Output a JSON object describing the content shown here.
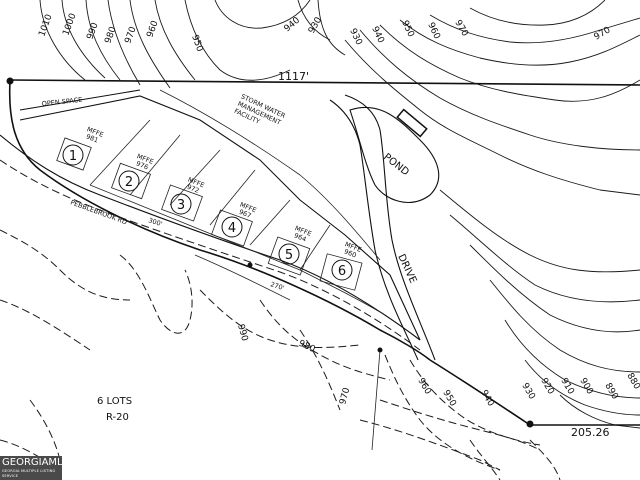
{
  "plat": {
    "total_lots": "6 LOTS",
    "zoning": "R-20",
    "top_dimension": "1117'",
    "right_dimension": "205.26",
    "road_left": "PEBBLEBROOK RD",
    "road_right": "DRIVE",
    "pond": "POND",
    "open_space": "OPEN SPACE",
    "stormwater": [
      "STORM WATER",
      "MANAGEMENT",
      "FACILITY"
    ],
    "frontage_300": "300'",
    "frontage_270": "270'",
    "lots": [
      {
        "number": "1",
        "mffe_label": "MFFE",
        "mffe": "981"
      },
      {
        "number": "2",
        "mffe_label": "MFFE",
        "mffe": "976"
      },
      {
        "number": "3",
        "mffe_label": "MFFE",
        "mffe": "972"
      },
      {
        "number": "4",
        "mffe_label": "MFFE",
        "mffe": "967"
      },
      {
        "number": "5",
        "mffe_label": "MFFE",
        "mffe": "964"
      },
      {
        "number": "6",
        "mffe_label": "MFFE",
        "mffe": "960"
      }
    ],
    "contour_labels": [
      "1010",
      "1000",
      "990",
      "980",
      "970",
      "960",
      "950",
      "940",
      "930",
      "930",
      "940",
      "950",
      "960",
      "970",
      "970",
      "990",
      "980",
      "970",
      "960",
      "950",
      "940",
      "930",
      "920",
      "910",
      "900",
      "890",
      "880"
    ]
  },
  "watermark": {
    "text": "GEORGIAMLS",
    "sub": "GEORGIA MULTIPLE LISTING SERVICE"
  },
  "colors": {
    "ink": "#111111",
    "paper": "#ffffff",
    "watermark_bg": "#4a4a4a"
  }
}
